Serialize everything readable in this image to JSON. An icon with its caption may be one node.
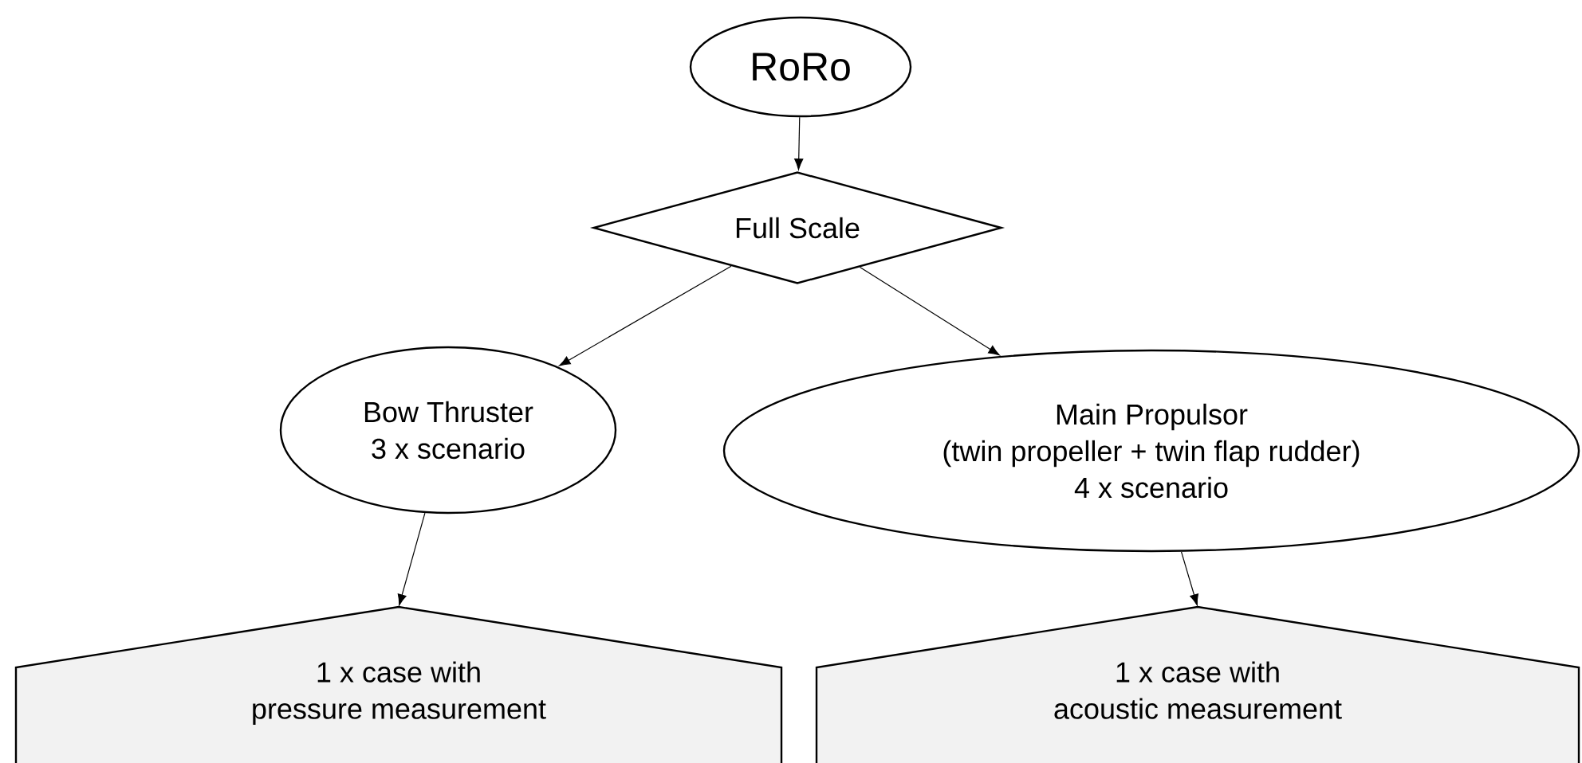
{
  "diagram": {
    "nodes": [
      {
        "text": [
          "RoRo"
        ]
      },
      {
        "text": [
          "Full Scale"
        ]
      },
      {
        "text": [
          "Bow Thruster",
          "3 x scenario"
        ]
      },
      {
        "text": [
          "Main Propulsor",
          "(twin propeller + twin flap rudder)",
          "4 x scenario"
        ]
      },
      {
        "text": [
          "1 x case with",
          "pressure measurement"
        ]
      },
      {
        "text": [
          "1 x case with",
          "acoustic measurement"
        ]
      }
    ],
    "edges": [
      {
        "from": 0,
        "to": 1,
        "arrow": "to"
      },
      {
        "from": 1,
        "to": 2,
        "arrow": "to"
      },
      {
        "from": 1,
        "to": 3,
        "arrow": "to"
      },
      {
        "from": 2,
        "to": 4,
        "arrow": "to"
      },
      {
        "from": 3,
        "to": 5,
        "arrow": "to"
      }
    ]
  }
}
